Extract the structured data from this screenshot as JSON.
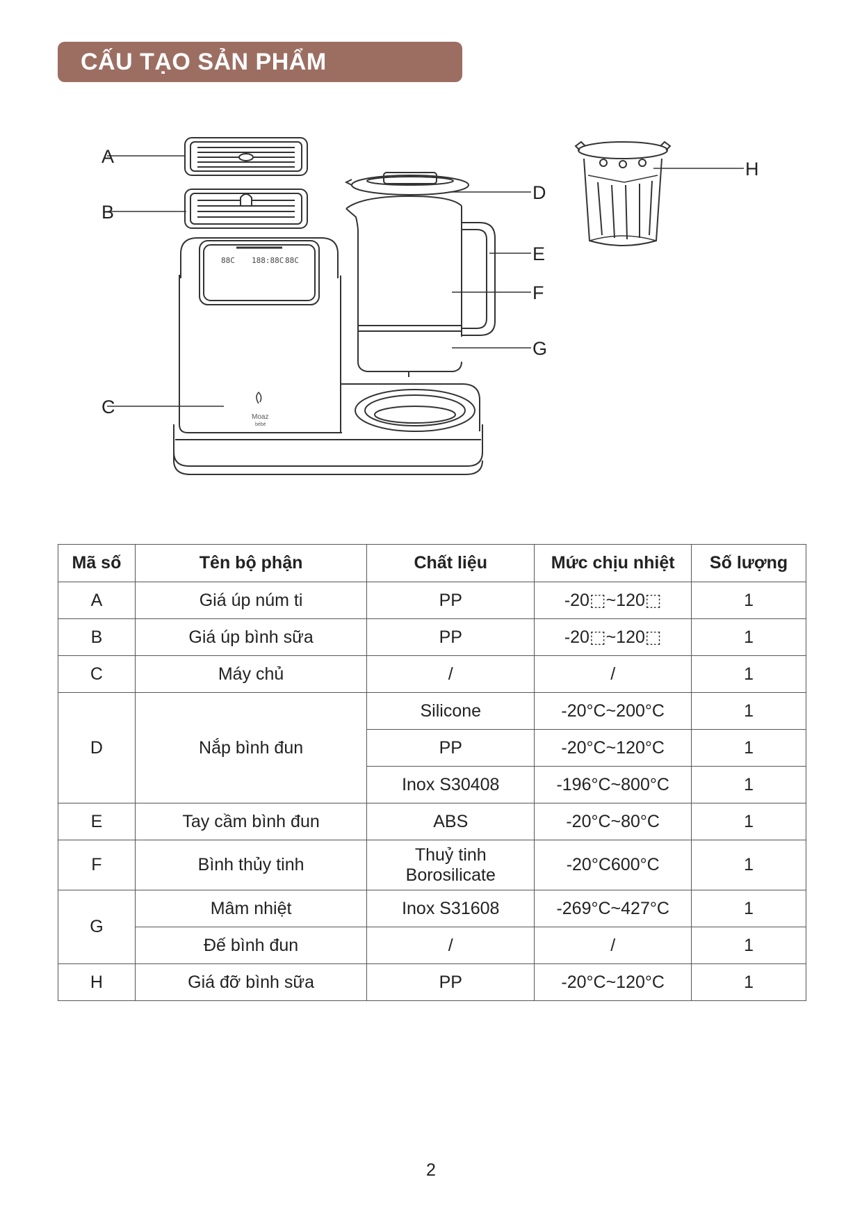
{
  "title": "CẤU TẠO SẢN PHẨM",
  "diagram": {
    "labels": [
      "A",
      "B",
      "C",
      "D",
      "E",
      "F",
      "G",
      "H"
    ],
    "display_digits": [
      "88C",
      "188:88C",
      "88C"
    ],
    "logo_text": "Moaz",
    "logo_sub": "bébé"
  },
  "table": {
    "headers": [
      "Mã số",
      "Tên bộ phận",
      "Chất liệu",
      "Mức chịu nhiệt",
      "Số lượng"
    ],
    "rows": [
      {
        "code": "A",
        "name": "Giá úp núm ti",
        "material": "PP",
        "temp": "-20⬚~120⬚",
        "qty": "1"
      },
      {
        "code": "B",
        "name": "Giá úp bình sữa",
        "material": "PP",
        "temp": "-20⬚~120⬚",
        "qty": "1"
      },
      {
        "code": "C",
        "name": "Máy chủ",
        "material": "/",
        "temp": "/",
        "qty": "1"
      },
      {
        "code": "D",
        "name": "Nắp bình đun",
        "material": "Silicone",
        "temp": "-20°C~200°C",
        "qty": "1"
      },
      {
        "material": "PP",
        "temp": "-20°C~120°C",
        "qty": "1"
      },
      {
        "material": "Inox S30408",
        "temp": "-196°C~800°C",
        "qty": "1"
      },
      {
        "code": "E",
        "name": "Tay cầm bình đun",
        "material": "ABS",
        "temp": "-20°C~80°C",
        "qty": "1"
      },
      {
        "code": "F",
        "name": "Bình thủy tinh",
        "material": "Thuỷ tinh Borosilicate",
        "temp": "-20°C600°C",
        "qty": "1"
      },
      {
        "code": "G",
        "name": "Mâm nhiệt",
        "material": "Inox S31608",
        "temp": "-269°C~427°C",
        "qty": "1"
      },
      {
        "name": "Đế bình đun",
        "material": "/",
        "temp": "/",
        "qty": "1"
      },
      {
        "code": "H",
        "name": "Giá đỡ bình sữa",
        "material": "PP",
        "temp": "-20°C~120°C",
        "qty": "1"
      }
    ]
  },
  "page_number": "2"
}
